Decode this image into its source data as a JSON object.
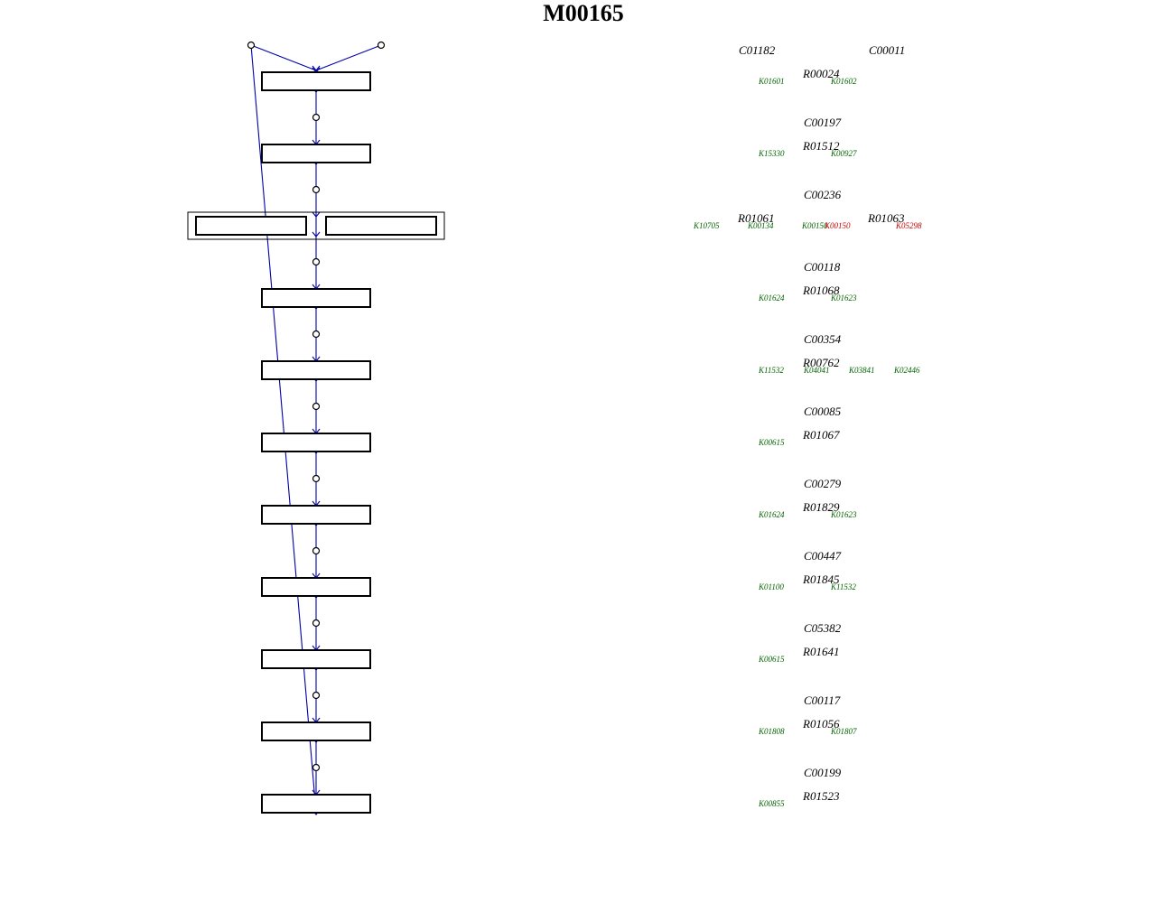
{
  "title": "M00165",
  "colors": {
    "present": "#006400",
    "absent": "#ffffff",
    "flow": "#0000aa",
    "missing_ko": "#cc0000"
  },
  "steps": [
    {
      "boxes": [
        {
          "fills": [
            0,
            0
          ]
        }
      ],
      "compounds": [
        "C01182",
        "C00011"
      ],
      "reactions": [
        "R00024"
      ],
      "kos": [
        {
          "id": "K01601",
          "state": "present"
        },
        {
          "id": "K01602",
          "state": "present"
        }
      ]
    },
    {
      "boxes": [
        {
          "fills": [
            0,
            1
          ]
        }
      ],
      "compounds": [
        "C00197"
      ],
      "reactions": [
        "R01512"
      ],
      "kos": [
        {
          "id": "K15330",
          "state": "present"
        },
        {
          "id": "K00927",
          "state": "present"
        }
      ]
    },
    {
      "boxes": [
        {
          "fills": [
            0,
            1,
            0
          ]
        },
        {
          "fills": [
            0,
            0
          ]
        }
      ],
      "compounds": [
        "C00236"
      ],
      "reactions": [
        "R01061",
        "R01063"
      ],
      "kos": [
        {
          "id": "K10705",
          "state": "present"
        },
        {
          "id": "K00134",
          "state": "present"
        },
        {
          "id": "K00150",
          "state": "present"
        },
        {
          "id": "K00150",
          "state": "missing"
        },
        {
          "id": "K05298",
          "state": "missing"
        }
      ]
    },
    {
      "boxes": [
        {
          "fills": [
            0,
            1
          ]
        }
      ],
      "compounds": [
        "C00118"
      ],
      "reactions": [
        "R01068"
      ],
      "kos": [
        {
          "id": "K01624",
          "state": "present"
        },
        {
          "id": "K01623",
          "state": "present"
        }
      ]
    },
    {
      "boxes": [
        {
          "fills": [
            0,
            0,
            1,
            0
          ]
        }
      ],
      "compounds": [
        "C00354"
      ],
      "reactions": [
        "R00762"
      ],
      "kos": [
        {
          "id": "K11532",
          "state": "present"
        },
        {
          "id": "K04041",
          "state": "present"
        },
        {
          "id": "K03841",
          "state": "present"
        },
        {
          "id": "K02446",
          "state": "present"
        }
      ]
    },
    {
      "boxes": [
        {
          "fills": [
            1
          ]
        }
      ],
      "compounds": [
        "C00085"
      ],
      "reactions": [
        "R01067"
      ],
      "kos": [
        {
          "id": "K00615",
          "state": "present"
        }
      ]
    },
    {
      "boxes": [
        {
          "fills": [
            0,
            1
          ]
        }
      ],
      "compounds": [
        "C00279"
      ],
      "reactions": [
        "R01829"
      ],
      "kos": [
        {
          "id": "K01624",
          "state": "present"
        },
        {
          "id": "K01623",
          "state": "present"
        }
      ]
    },
    {
      "boxes": [
        {
          "fills": [
            0,
            0
          ]
        }
      ],
      "compounds": [
        "C00447"
      ],
      "reactions": [
        "R01845"
      ],
      "kos": [
        {
          "id": "K01100",
          "state": "present"
        },
        {
          "id": "K11532",
          "state": "present"
        }
      ]
    },
    {
      "boxes": [
        {
          "fills": [
            1
          ]
        }
      ],
      "compounds": [
        "C05382"
      ],
      "reactions": [
        "R01641"
      ],
      "kos": [
        {
          "id": "K00615",
          "state": "present"
        }
      ]
    },
    {
      "boxes": [
        {
          "fills": [
            0,
            1
          ]
        }
      ],
      "compounds": [
        "C00117"
      ],
      "reactions": [
        "R01056"
      ],
      "kos": [
        {
          "id": "K01808",
          "state": "present"
        },
        {
          "id": "K01807",
          "state": "present"
        }
      ]
    },
    {
      "boxes": [
        {
          "fills": [
            0,
            0
          ]
        }
      ],
      "compounds": [
        "C00199"
      ],
      "reactions": [
        "R01523"
      ],
      "kos": [
        {
          "id": "K00855",
          "state": "present"
        }
      ]
    }
  ]
}
